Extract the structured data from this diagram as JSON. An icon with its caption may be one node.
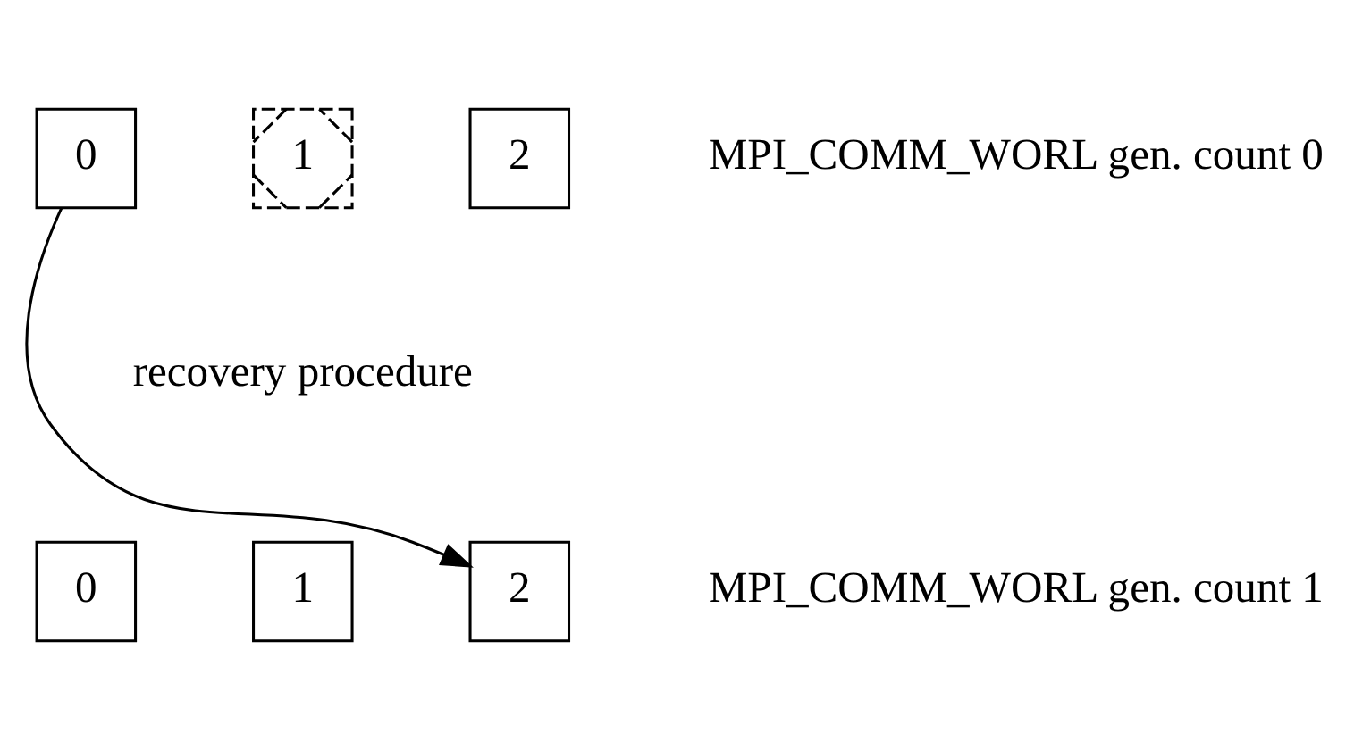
{
  "diagram": {
    "nodes": [
      {
        "text": [
          "0"
        ]
      },
      {
        "text": [
          "1"
        ]
      },
      {
        "text": [
          "2"
        ]
      },
      {
        "text": [
          "0"
        ]
      },
      {
        "text": [
          "1"
        ]
      },
      {
        "text": [
          "2"
        ]
      }
    ],
    "edges": [
      {
        "from": 0,
        "to": 5,
        "arrow": "to"
      }
    ],
    "labels": [
      "MPI_COMM_WORL gen. count 0",
      "recovery procedure",
      "MPI_COMM_WORL gen. count 1"
    ]
  }
}
